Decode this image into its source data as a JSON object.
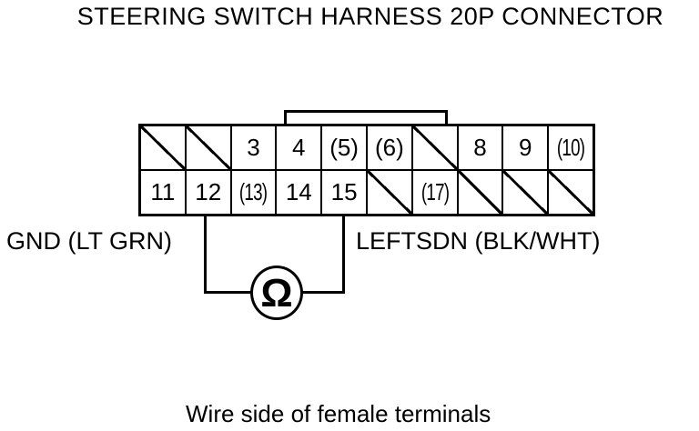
{
  "title": "STEERING SWITCH HARNESS 20P CONNECTOR",
  "connector": {
    "description": "20P connector, 2 rows of 10 terminals, hatched cells have no terminal",
    "rows": [
      {
        "cells": [
          {
            "label": "",
            "hatched": true
          },
          {
            "label": "",
            "hatched": true
          },
          {
            "label": "3",
            "hatched": false
          },
          {
            "label": "4",
            "hatched": false
          },
          {
            "label": "(5)",
            "hatched": false
          },
          {
            "label": "(6)",
            "hatched": false
          },
          {
            "label": "",
            "hatched": true
          },
          {
            "label": "8",
            "hatched": false
          },
          {
            "label": "9",
            "hatched": false
          },
          {
            "label": "(10)",
            "hatched": false
          }
        ]
      },
      {
        "cells": [
          {
            "label": "11",
            "hatched": false
          },
          {
            "label": "12",
            "hatched": false
          },
          {
            "label": "(13)",
            "hatched": false
          },
          {
            "label": "14",
            "hatched": false
          },
          {
            "label": "15",
            "hatched": false
          },
          {
            "label": "",
            "hatched": true
          },
          {
            "label": "(17)",
            "hatched": false
          },
          {
            "label": "",
            "hatched": true
          },
          {
            "label": "",
            "hatched": true
          },
          {
            "label": "",
            "hatched": true
          }
        ]
      }
    ]
  },
  "measurement": {
    "left_label": "GND (LT GRN)",
    "right_label": "LEFTSDN (BLK/WHT)",
    "meter_symbol": "Ω",
    "connects_terminals": [
      "12",
      "15"
    ]
  },
  "footer": "Wire side of female terminals",
  "colors": {
    "line": "#000000",
    "background": "#ffffff"
  }
}
